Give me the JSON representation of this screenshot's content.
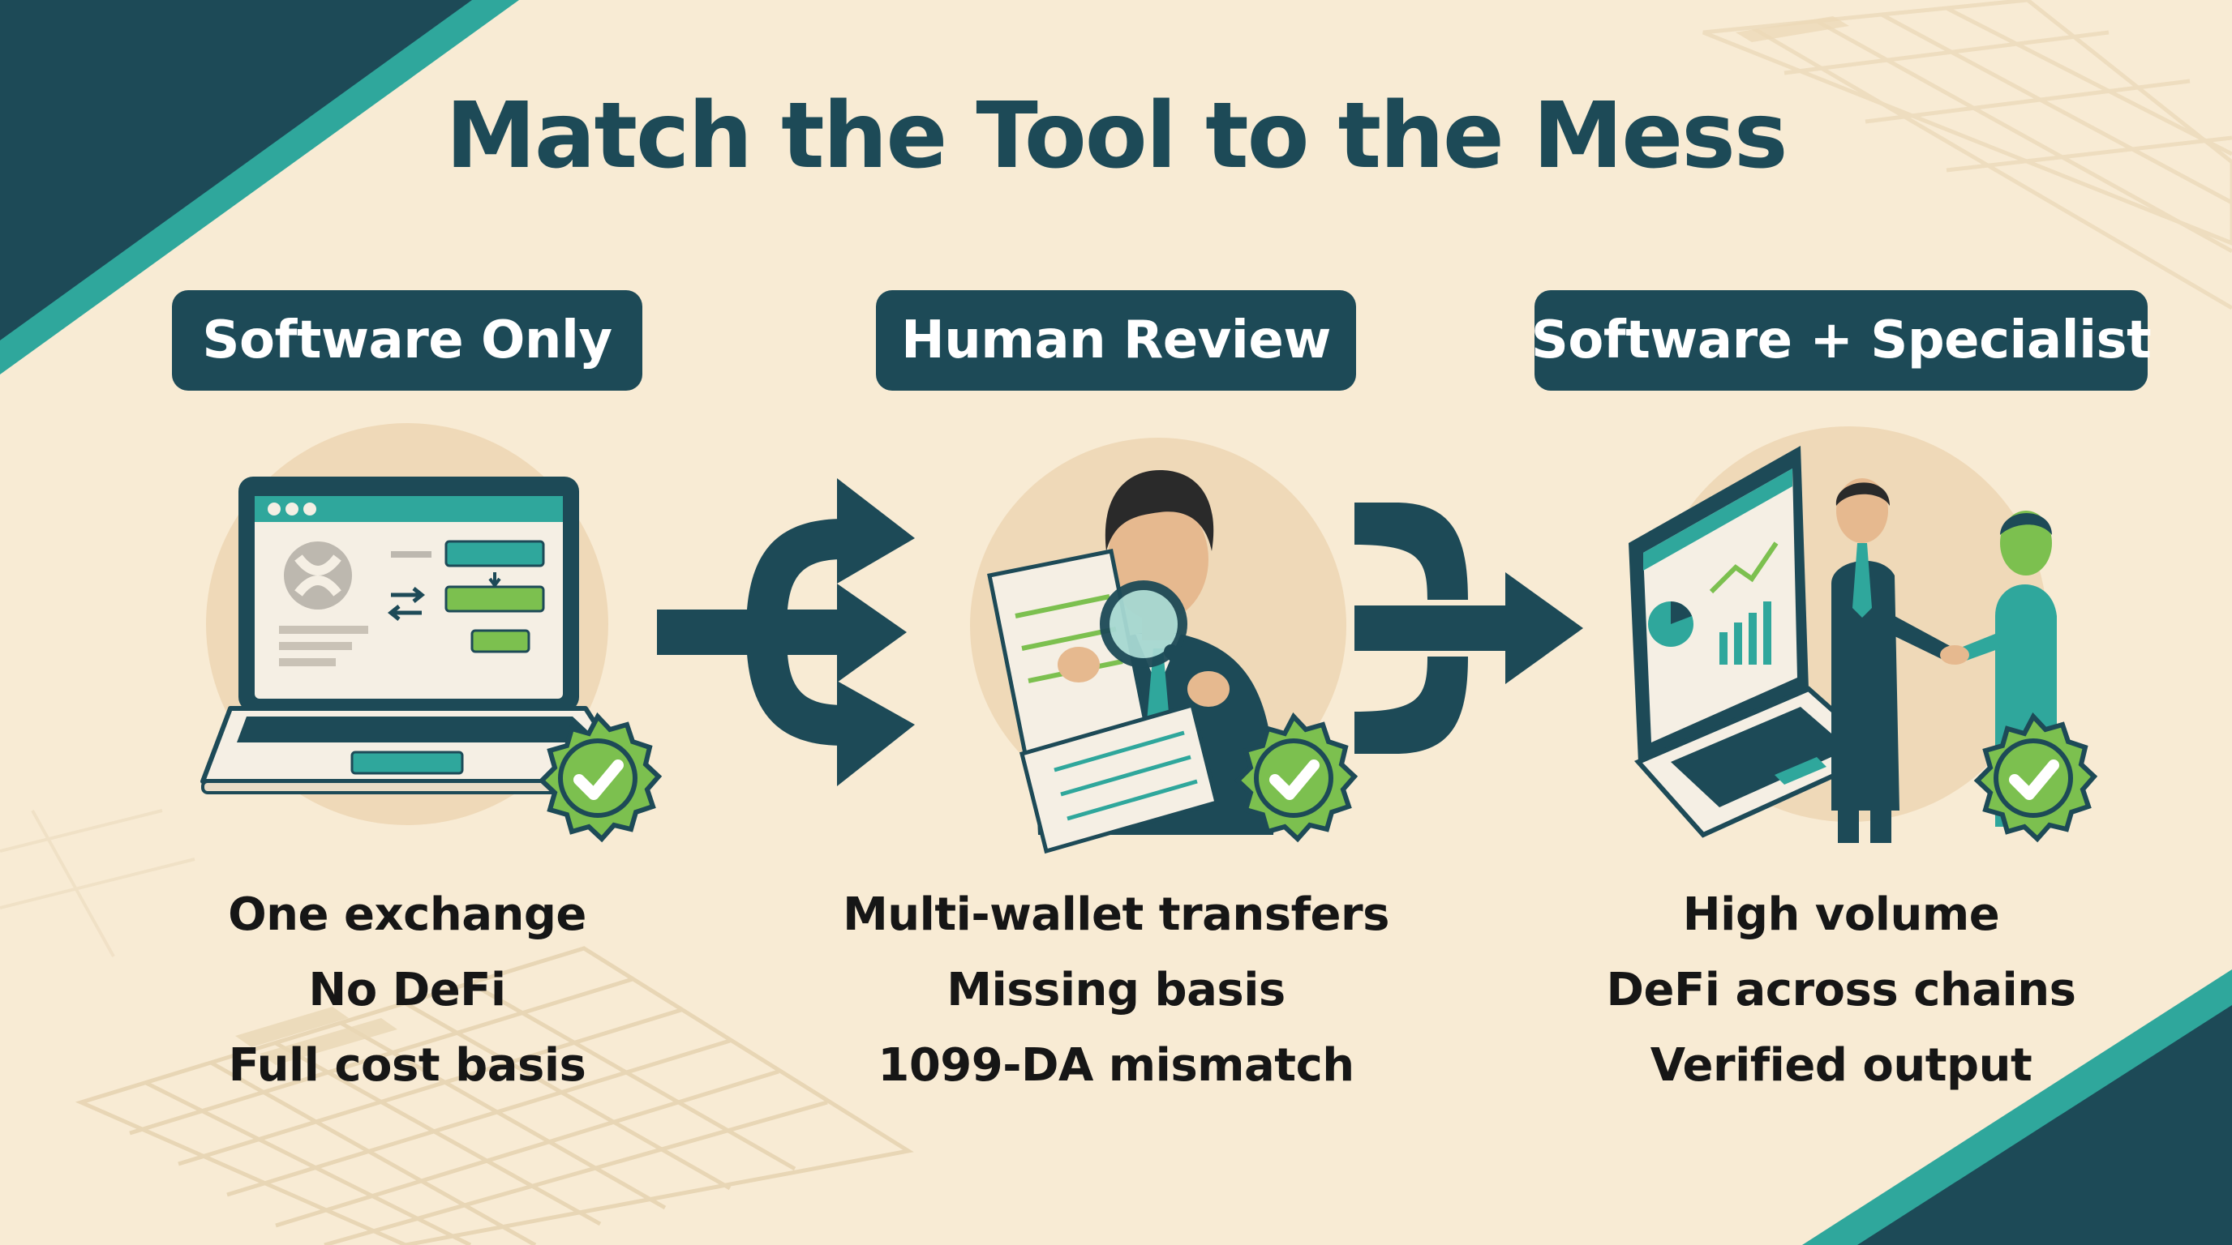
{
  "title": "Match the Tool to the Mess",
  "columns": [
    {
      "label": "Software Only",
      "items": [
        "One exchange",
        "No DeFi",
        "Full cost basis"
      ],
      "icon": "laptop-icon"
    },
    {
      "label": "Human Review",
      "items": [
        "Multi-wallet transfers",
        "Missing basis",
        "1099-DA mismatch"
      ],
      "icon": "accountant-icon"
    },
    {
      "label": "Software + Specialist",
      "items": [
        "High volume",
        "DeFi across chains",
        "Verified output"
      ],
      "icon": "handshake-icon"
    }
  ],
  "badge_icon": "checkmark-badge-icon",
  "colors": {
    "navy": "#1d4a57",
    "teal": "#2fa79c",
    "green": "#7cc04f",
    "background": "#f8ebd4",
    "circle": "#efd9b8"
  }
}
